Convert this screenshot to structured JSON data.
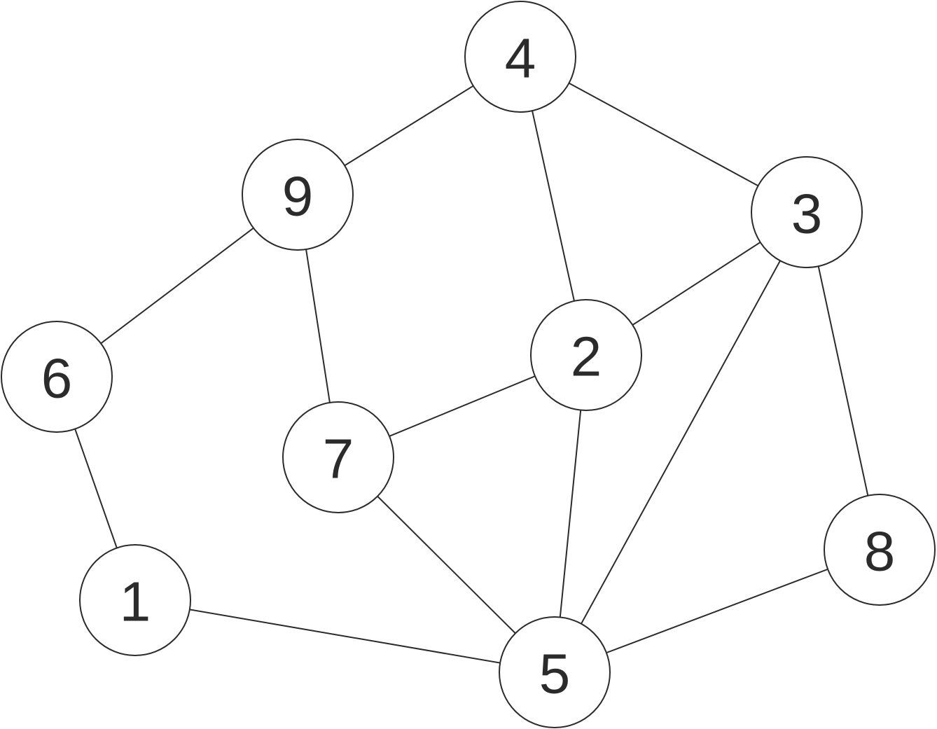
{
  "graph": {
    "nodes": [
      "1",
      "2",
      "3",
      "4",
      "5",
      "6",
      "7",
      "8",
      "9"
    ],
    "edges": [
      [
        "4",
        "9"
      ],
      [
        "4",
        "3"
      ],
      [
        "4",
        "2"
      ],
      [
        "9",
        "6"
      ],
      [
        "9",
        "7"
      ],
      [
        "3",
        "2"
      ],
      [
        "3",
        "5"
      ],
      [
        "3",
        "8"
      ],
      [
        "6",
        "1"
      ],
      [
        "7",
        "2"
      ],
      [
        "7",
        "5"
      ],
      [
        "2",
        "5"
      ],
      [
        "1",
        "5"
      ],
      [
        "8",
        "5"
      ]
    ],
    "colors": {
      "stroke": "#2b2b2b",
      "fill": "#ffffff",
      "text": "#2b2b2b"
    }
  }
}
